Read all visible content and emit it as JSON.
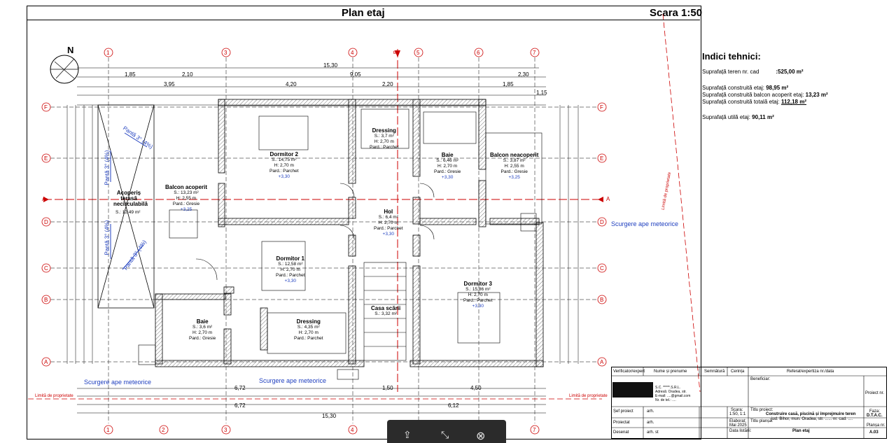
{
  "header": {
    "title": "Plan etaj",
    "scale": "Scara 1:50"
  },
  "compass": {
    "label": "N"
  },
  "grid_cols": [
    "1",
    "2",
    "3",
    "4",
    "5",
    "6",
    "7"
  ],
  "grid_rows": [
    "F",
    "E",
    "D",
    "C",
    "B",
    "A"
  ],
  "section_marks": {
    "left": "A",
    "top": "B",
    "right": "A"
  },
  "dims": {
    "total_top": "15,30",
    "total_bot": "6,72",
    "total_bot2": "6,12",
    "d1": "1,85",
    "d2": "2,10",
    "d3": "9,05",
    "d4": "2,30",
    "d5": "4,20",
    "d6": "2,20",
    "d7": "1,85",
    "d8": "1,15",
    "d9": "3,95",
    "d10": "1,50",
    "d11": "4,50"
  },
  "rooms": [
    {
      "name": "Dormitor 2",
      "s": "S.: 14,75 m²",
      "h": "H: 2,70 m",
      "p": "Pard.: Parchet",
      "lvl": "+3,30"
    },
    {
      "name": "Dressing",
      "s": "S.: 3,7 m²",
      "h": "H: 2,70 m",
      "p": "Pard.: Parchet",
      "lvl": ""
    },
    {
      "name": "Baie",
      "s": "S.: 6,46 m²",
      "h": "H: 2,70 m",
      "p": "Pard.: Gresie",
      "lvl": "+3,30"
    },
    {
      "name": "Balcon neacoperit",
      "s": "S.: 3,87 m²",
      "h": "H: 2,55 m",
      "p": "Pard.: Gresie",
      "lvl": "+3,25"
    },
    {
      "name": "Balcon acoperit",
      "s": "S.: 13,23 m²",
      "h": "H: 2,55 m",
      "p": "Pard.: Gresie",
      "lvl": "+3,25"
    },
    {
      "name": "Hol",
      "s": "S.: 6,4 m²",
      "h": "H: 2,70 m",
      "p": "Pard.: Parchet",
      "lvl": "+3,30"
    },
    {
      "name": "Dormitor 1",
      "s": "S.: 12,58 m²",
      "h": "H: 2,70 m",
      "p": "Pard.: Parchet",
      "lvl": "+3,30"
    },
    {
      "name": "Dormitor 3",
      "s": "S.: 15,86 m²",
      "h": "H: 2,70 m",
      "p": "Pard.: Parchet",
      "lvl": "+3,30"
    },
    {
      "name": "Casa scării",
      "s": "S.: 3,32 m²",
      "h": "",
      "p": "",
      "lvl": ""
    },
    {
      "name": "Baie",
      "s": "S.: 3,6 m²",
      "h": "H: 2,70 m",
      "p": "Pard.: Gresie",
      "lvl": ""
    },
    {
      "name": "Dressing",
      "s": "S.: 4,35 m²",
      "h": "H: 2,70 m",
      "p": "Pard.: Parchet",
      "lvl": ""
    }
  ],
  "roof": {
    "name": "Acoperiș terasă necirculabilă",
    "s": "S.: 12,49 m²",
    "slope1": "Pantă 3° (4%)",
    "slope2": "Pantă 3° (4%)",
    "slope3": "Pantă 3° (4%)",
    "slope4": "Pantă 3° (4%)"
  },
  "drain_labels": {
    "right": "Scurgere ape meteorice",
    "left": "Scurgere ape meteorice",
    "mid": "Scurgere ape meteorice"
  },
  "property": {
    "left": "Limită de proprietate",
    "right": "Limită de proprietate",
    "vertical": "Limită de proprietate"
  },
  "indices": {
    "title": "Indici tehnici:",
    "teren": "Suprafață teren nr. cad",
    "teren_val": ":525,00 m²",
    "c_etaj": "Suprafață construită etaj:",
    "c_etaj_val": "98,95 m²",
    "c_balcon": "Suprafață construită balcon acoperit etaj:",
    "c_balcon_val": "13,23 m²",
    "c_total": "Suprafață construită totală etaj:",
    "c_total_val": "112,18 m²",
    "utila": "Suprafață utilă etaj:",
    "utila_val": "90,11 m²"
  },
  "titleblock": {
    "h1": "Verificator/expert",
    "h2": "Nume și prenume",
    "h3": "Semnătură",
    "h4": "Cerința",
    "h5": "Referat/expertiza nr./data",
    "beneficiar": "Beneficiar:",
    "proiect_nr": "Proiect nr.",
    "titlu_proiect": "Titlu proiect:",
    "titlu_proiect_val": "Construire casă, piscină și împrejmuire teren",
    "adresa": "jud. Bihor, mun. Oradea, str. ...... nr. cad. ....",
    "faza": "Faza:",
    "faza_val": "D.T.A.C.",
    "sef": "Șef proiect",
    "sef_nume": "arh.",
    "proiectat": "Proiectat",
    "proiectat_nume": "arh.",
    "desenat": "Desenat",
    "desenat_nume": "arh. st",
    "scara": "Scara:",
    "scara_val": "1:50, 1:1",
    "elaborat": "Elaborat:",
    "elaborat_val": "Mai 2025",
    "data_listarii": "Data listării:",
    "titlu_plansa": "Titlu planșă:",
    "titlu_plansa_val": "Plan etaj",
    "plansa_nr": "Planșa nr.",
    "plansa_nr_val": "A.03",
    "company1": "S.C. *****.S.R.L.",
    "company2": "Adresă: Oradea, str.",
    "company3": "E-mail: ....@gmail.com",
    "company4": "Nr. de tel.: ...."
  },
  "viewer_toolbar": {
    "share": "⇪",
    "collapse": "⤡",
    "close": "⊗"
  },
  "colors": {
    "wall": "#c8c8c8",
    "axis": "#cc0000",
    "blue": "#1f3fbf"
  }
}
